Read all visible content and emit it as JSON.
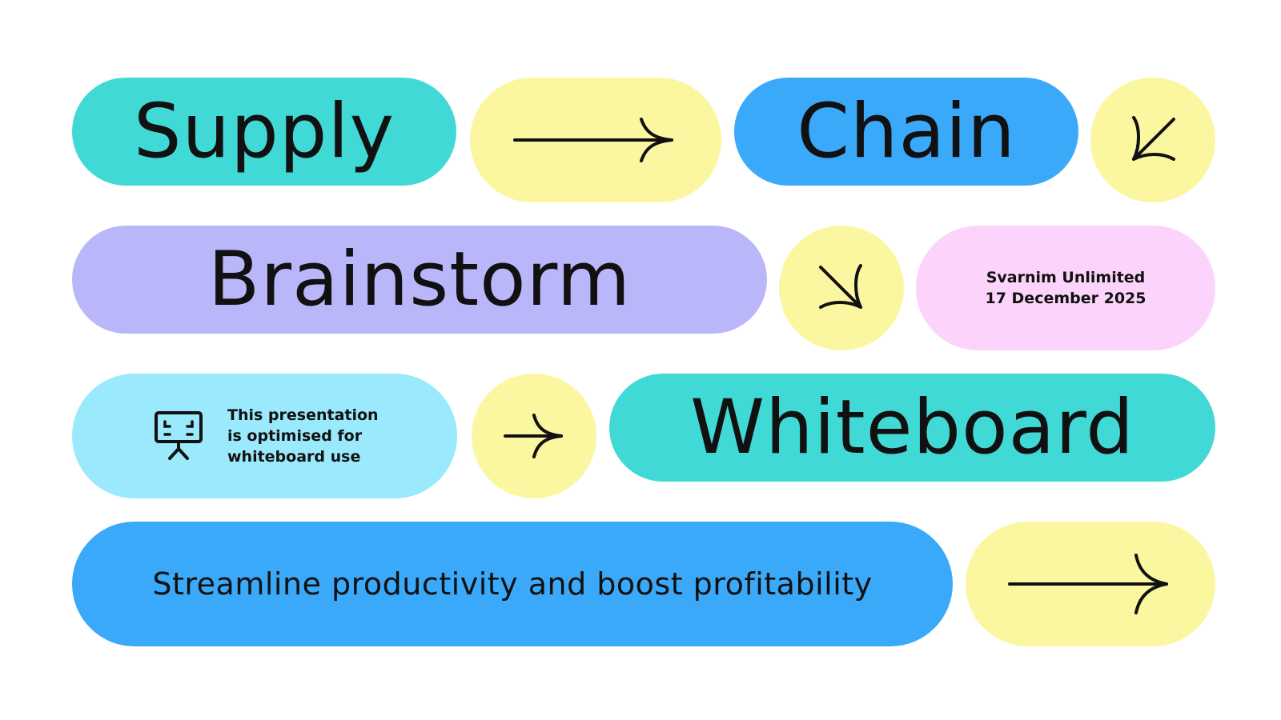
{
  "title_words": {
    "supply": "Supply",
    "chain": "Chain",
    "brainstorm": "Brainstorm",
    "whiteboard": "Whiteboard"
  },
  "meta": {
    "company": "Svarnim Unlimited",
    "date": "17 December 2025"
  },
  "note": {
    "line1": "This presentation",
    "line2": "is optimised for",
    "line3": "whiteboard use",
    "icon": "whiteboard-easel-icon"
  },
  "tagline": "Streamline productivity and boost profitability",
  "icons": [
    "arrow-right-icon",
    "arrow-down-left-icon",
    "arrow-down-right-icon",
    "whiteboard-easel-icon"
  ],
  "colors": {
    "teal": "#40D9D6",
    "yellow": "#FBF6A0",
    "blue": "#3BA9FA",
    "lavender": "#BAB6FA",
    "pink": "#FCD4FB",
    "light_cyan": "#9BE9FC",
    "ink": "#111111",
    "background": "#FFFFFF"
  }
}
